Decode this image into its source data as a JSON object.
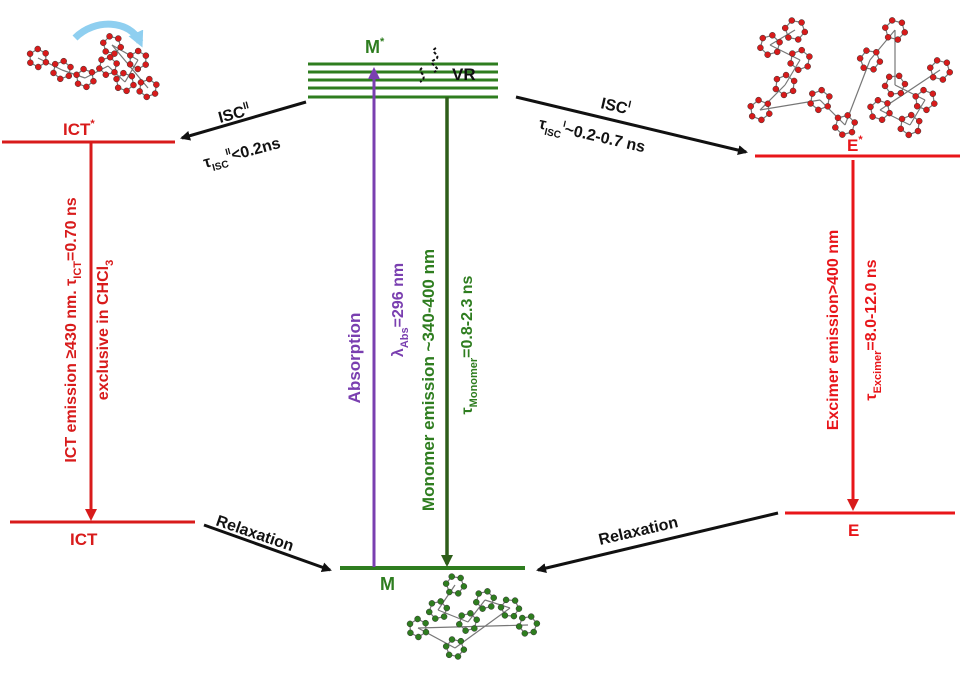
{
  "colors": {
    "green": "#2e7d1f",
    "dark_green": "#2e5e1a",
    "purple": "#7a3fb0",
    "red": "#d81b1b",
    "black": "#111111",
    "light_blue": "#8fcff0"
  },
  "levels": {
    "monster_excited": {
      "label": "M",
      "sup": "*"
    },
    "monomer_ground": {
      "label": "M"
    },
    "ict_excited": {
      "label": "ICT",
      "sup": "*"
    },
    "ict_ground": {
      "label": "ICT"
    },
    "excimer_excited": {
      "label": "E",
      "sup": "*"
    },
    "excimer_ground": {
      "label": "E"
    }
  },
  "vr": {
    "label": "VR"
  },
  "isc_left": {
    "label": "ISC",
    "sup": "II",
    "tau": "τ",
    "tau_sub": "ISC",
    "tau_sup": "II",
    "tau_value": "<0.2ns"
  },
  "isc_right": {
    "label": "ISC",
    "sup": "I",
    "tau": "τ",
    "tau_sub": "ISC",
    "tau_sup": "I",
    "tau_value": "~0.2-0.7 ns"
  },
  "ict_emission": {
    "line1_a": "ICT emission ≥430 nm. ",
    "tau": "τ",
    "tau_sub": "ICT",
    "tau_value": "=0.70 ns",
    "line2_a": "exclusive in CHCl",
    "line2_sub": "3"
  },
  "absorption": {
    "label": "Absorption",
    "lambda": "λ",
    "lambda_sub": "Abs",
    "lambda_value": "=296 nm"
  },
  "monomer_emission": {
    "line1": "Monomer emission ~340-400 nm",
    "tau": "τ",
    "tau_sub": "Monomer",
    "tau_value": "=0.8-2.3 ns"
  },
  "excimer_emission": {
    "line1": "Excimer emission>400 nm",
    "tau": "τ",
    "tau_sub": "Excimer",
    "tau_value": "=8.0-12.0 ns"
  },
  "relaxation_left": {
    "label": "Relaxation"
  },
  "relaxation_right": {
    "label": "Relaxation"
  }
}
